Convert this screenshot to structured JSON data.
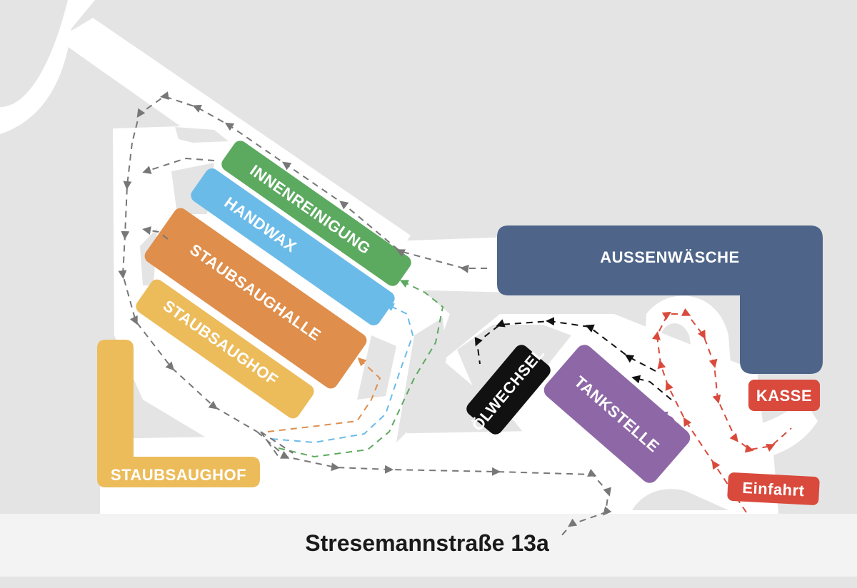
{
  "street": "Stresemannstraße 13a",
  "zones": {
    "innenreinigung": "INNENREINIGUNG",
    "handwax": "HANDWAX",
    "staubsaughalle": "STAUBSAUGHALLE",
    "staubsaughof_1": "STAUBSAUGHOF",
    "staubsaughof_2": "STAUBSAUGHOF",
    "aussenwaesche": "AUSSENWÄSCHE",
    "oelwechsel": "ÖLWECHSEL",
    "tankstelle": "TANKSTELLE",
    "kasse": "KASSE",
    "einfahrt": "Einfahrt"
  },
  "colors": {
    "background": "#e4e4e4",
    "road": "#ffffff",
    "green": "#5caa60",
    "blue": "#6bbbe9",
    "orange": "#df8e4b",
    "yellow": "#ecbc5b",
    "navy": "#4e6489",
    "purple": "#8e68a6",
    "red": "#d94a3c",
    "black": "#111111",
    "path_gray": "#777777"
  }
}
